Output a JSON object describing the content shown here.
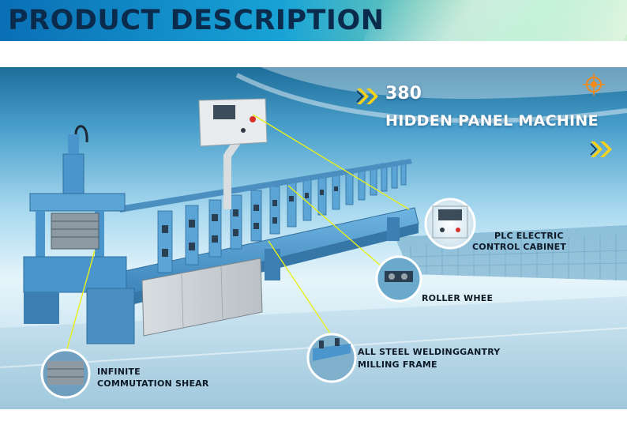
{
  "banner": {
    "title": "PRODUCT DESCRIPTION"
  },
  "machine": {
    "model": "380",
    "name": "HIDDEN PANEL MACHINE"
  },
  "callouts": {
    "plc": {
      "line1": "PLC ELECTRIC",
      "line2": "CONTROL CABINET"
    },
    "roller": {
      "line1": "ROLLER WHEE"
    },
    "frame": {
      "line1": "ALL STEEL WELDINGGANTRY",
      "line2": "MILLING FRAME"
    },
    "shear": {
      "line1": "INFINITE",
      "line2": "COMMUTATION SHEAR"
    }
  },
  "icons": [
    "double-chevron-icon",
    "target-icon"
  ],
  "colors": {
    "banner_dark": "#0a6fb5",
    "banner_light": "#cdeecb",
    "machine_blue": "#4a96cc",
    "callout_line": "#e8ef1a",
    "chevron_yellow": "#f6d21a"
  }
}
